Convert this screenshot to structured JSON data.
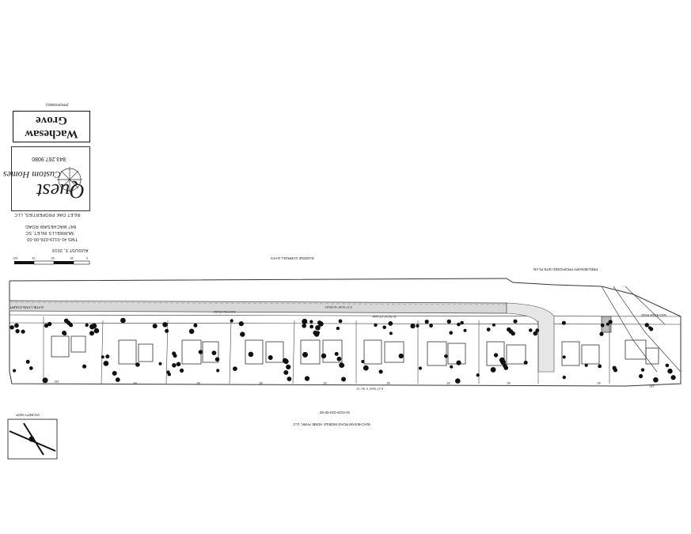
{
  "title_block": {
    "project_name_1": "Wachesaw",
    "project_name_2": "Grove",
    "proposed": "(PROPOSED)",
    "company_1": "Quest",
    "company_2": "Custom Homes",
    "phone": "843.267.9080",
    "owner": "INLET OAK PROPERTIES, LLC",
    "address_1": "847 WACHESAW ROAD",
    "address_2": "MURRELLS INLET, SC",
    "tms": "TMS 41-0119-026-00-00",
    "date": "AUGUST 5, 2019",
    "scale_labels": [
      "0",
      "25'",
      "50'",
      "75'",
      "100'"
    ]
  },
  "plan": {
    "plan_title": "PRELIMINARY PROPOSED SITE PLAN",
    "north_owner": "EUGENE CARROLL DAYS",
    "south_owner_1": "WACHESAW ROAD MOBILE HOME PARK, LLC",
    "south_owner_2": "41-0119-023-00-00",
    "north_bearing": "S 37°44'48\" W  593.81'",
    "south_bearing": "N 37°35'00\" E  947.75'",
    "street_name": "KATIE LYNN COURT",
    "road_right": "WACHESAW ROAD",
    "road_label": "EXISTING ROAD",
    "vicinity": "VICINITY MAP",
    "right_of_way": "30' RIGHT-OF-WAY",
    "lot_dims": [
      "65'",
      "65'",
      "65'",
      "65'",
      "65'",
      "65'",
      "65'",
      "65'",
      "65'",
      "65'",
      "120'"
    ],
    "end_dim": "130'"
  },
  "colors": {
    "ink": "#222222",
    "road_fill": "#d8d8d8",
    "tree_dot": "#111111"
  }
}
